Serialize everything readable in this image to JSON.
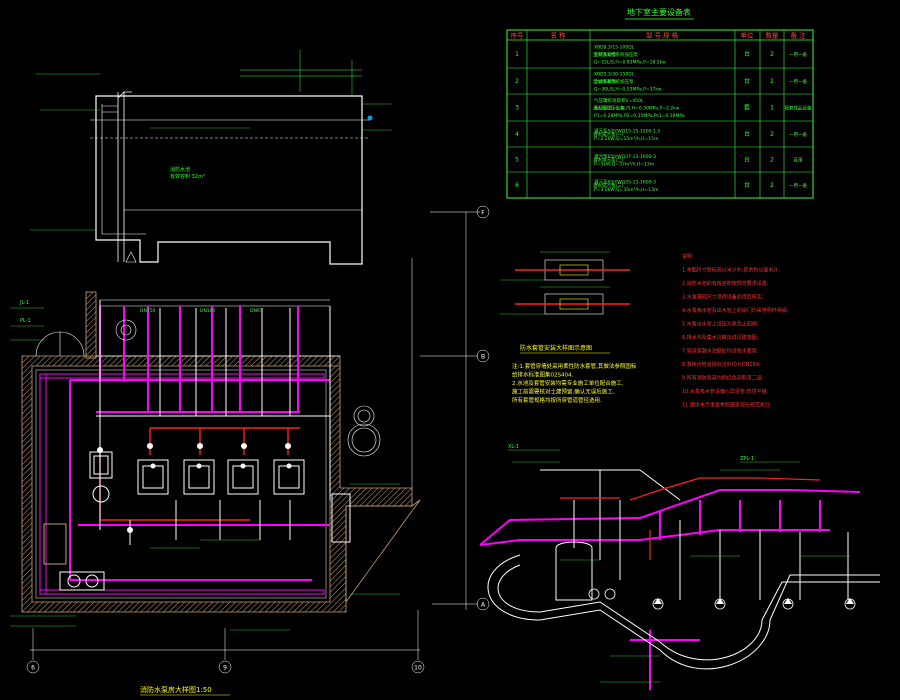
{
  "equipment_table": {
    "title": "地下室主要设备表",
    "headers": [
      "序号",
      "名  称",
      "型 号 规 格",
      "单位",
      "数量",
      "备 注"
    ],
    "rows": [
      {
        "no": "1",
        "name": "室内消火栓系统加压泵",
        "spec": [
          "XBD8.3/15-100DL",
          "立式多级泵",
          "Q=15L/S,H=0.83MPa,P=18.5kw"
        ],
        "unit": "台",
        "qty": "2",
        "note": "一用一备"
      },
      {
        "no": "2",
        "name": "自动喷淋系统加压泵",
        "spec": [
          "XBD5.3/30-150DL",
          "立式多级泵",
          "Q=30L/S,H=0.53MPa,P=37kw"
        ],
        "unit": "台",
        "qty": "2",
        "note": "一用一备"
      },
      {
        "no": "3",
        "name": "消火栓稳压设备",
        "spec": [
          "气压罐有效容积V=450L",
          "稳压泵 Q=1.0L/S,H=0.30MPa,P=2.2kw",
          "P1=0.28MPa,P2=0.35MPa,Ps1=0.38MPa"
        ],
        "unit": "套",
        "qty": "1",
        "note": "配套成品设备"
      },
      {
        "no": "4",
        "name": "潜水排污泵(一)",
        "spec": [
          "潜污泵50JYWQ15-15-1200-1.5",
          "P=2.2kW,Q=15m³/h,H=15m"
        ],
        "unit": "台",
        "qty": "2",
        "note": "一用一备"
      },
      {
        "no": "5",
        "name": "潜水排污泵(二)",
        "spec": [
          "潜污泵65JYWQ37-13-1600-3",
          "P=3kW,Q=37m³/h,H=13m"
        ],
        "unit": "台",
        "qty": "2",
        "note": "互用"
      },
      {
        "no": "6",
        "name": "潜水排污泵(三)",
        "spec": [
          "潜污泵65JYWQ35-13-1600-3",
          "P=3.0kW,Q=35m³/h,H=13m"
        ],
        "unit": "台",
        "qty": "2",
        "note": "一用一备"
      }
    ]
  },
  "labels": {
    "plan_title": "消防水泵房大样图1:50",
    "detail_title": "防水套管安装大样图示意图",
    "tank_label": "消防水池",
    "tank_volume": "有效容积 32m³",
    "axis_f": "F",
    "axis_b": "B",
    "axis_a": "A",
    "axis_6": "6",
    "axis_9": "9",
    "axis_10": "10",
    "pipe_dn150": "DN150",
    "pipe_dn100": "DN100",
    "pipe_dn65": "DN65",
    "jl": "JL-1",
    "pl": "PL-1",
    "xl": "XL-1",
    "zpl": "ZPL-1"
  },
  "detail_notes": [
    "注:1.套管穿墙处采用柔性防水套管,其做法参照国标",
    "   给排水标准图集02S404.",
    "   2.水池及套管安装均需专业施工单位配合施工,",
    "   施工前需要核对土建预留,确认无误后施工,",
    "   所有套管规格均按所穿管道管径选用."
  ],
  "design_notes": [
    "说明:",
    "1.本图尺寸除标高以米计外,其余均以毫米计;",
    "2.消防水池的有效容积按规范要求设置;",
    "3.水泵基础尺寸须待设备到货后核实;",
    "4.水泵吸水管及出水管上的阀门均采用明杆闸阀;",
    "5.水泵出水管上设压力表及止回阀;",
    "6.排水沟及集水坑做法详见建施图;",
    "7.管道穿越水池壁处均设防水套管;",
    "8.泵房内管道除标注外均为DN150;",
    "9.所有消防管道均刷红色调和漆二道;",
    "10.水泵吸水管设偏心异径管,管顶平接;",
    "11.图中未尽事宜参照国家现行规范执行."
  ]
}
